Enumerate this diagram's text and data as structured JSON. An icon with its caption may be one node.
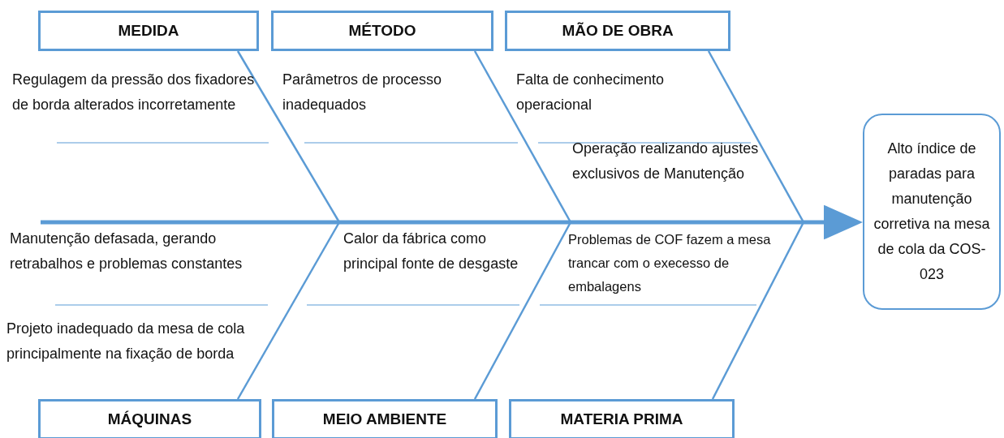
{
  "diagram": {
    "nodes": [
      {
        "text": [
          "MEDIDA"
        ]
      },
      {
        "text": [
          "MÉTODO"
        ]
      },
      {
        "text": [
          "MÃO DE OBRA"
        ]
      },
      {
        "text": [
          "MÁQUINAS"
        ]
      },
      {
        "text": [
          "MEIO AMBIENTE"
        ]
      },
      {
        "text": [
          "MATERIA PRIMA"
        ]
      },
      {
        "text": [
          "Alto índice de paradas para manutenção corretiva na mesa de cola da COS-023"
        ]
      }
    ],
    "edges": [
      {
        "from": null,
        "to": 6,
        "arrow": "to",
        "style": "thick"
      },
      {
        "from": 0,
        "to": null,
        "arrow": "none"
      },
      {
        "from": 1,
        "to": null,
        "arrow": "none"
      },
      {
        "from": 2,
        "to": null,
        "arrow": "none"
      },
      {
        "from": 3,
        "to": null,
        "arrow": "none"
      },
      {
        "from": 4,
        "to": null,
        "arrow": "none"
      },
      {
        "from": 5,
        "to": null,
        "arrow": "none"
      }
    ],
    "labels": [
      "Regulagem da pressão dos fixadores de borda alterados incorretamente",
      "Parâmetros de processo inadequados",
      "Falta de conhecimento operacional",
      "Operação realizando ajustes exclusivos de Manutenção",
      "Manutenção defasada, gerando retrabalhos e problemas constantes",
      "Calor da fábrica como principal fonte de desgaste",
      "Problemas de COF fazem a mesa trancar com o execesso de embalagens",
      "Projeto inadequado da mesa de cola principalmente na fixação de borda"
    ]
  }
}
